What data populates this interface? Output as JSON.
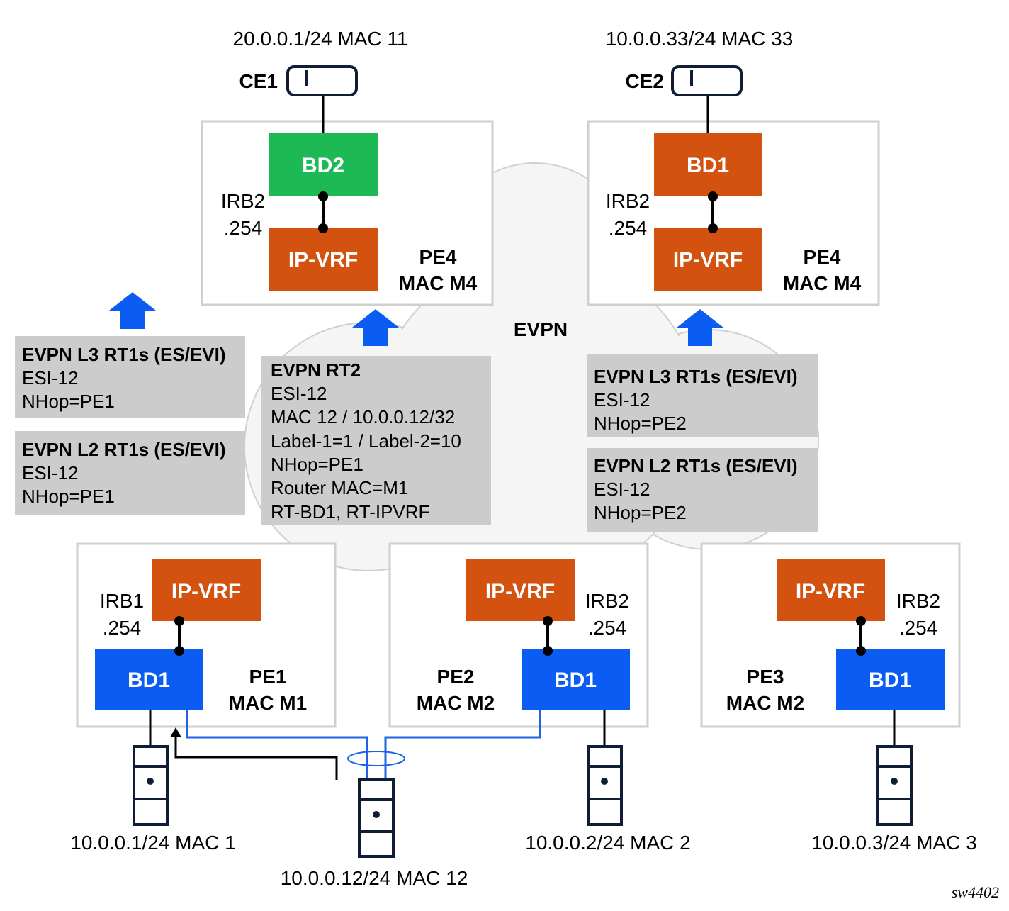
{
  "colors": {
    "green": "#1db954",
    "orange": "#d4520f",
    "blue": "#0a5cf2",
    "gray_box": "#cccccc",
    "link_blue": "#1e63e6",
    "navy": "#0f1e36"
  },
  "cloud": {
    "label": "EVPN"
  },
  "ce1": {
    "name": "CE1",
    "addr": "20.0.0.1/24 MAC 11"
  },
  "ce2": {
    "name": "CE2",
    "addr": "10.0.0.33/24 MAC 33"
  },
  "pe4_left": {
    "bd": "BD2",
    "vrf": "IP-VRF",
    "irb": "IRB2",
    "irb_ip": ".254",
    "name": "PE4",
    "mac": "MAC M4"
  },
  "pe4_right": {
    "bd": "BD1",
    "vrf": "IP-VRF",
    "irb": "IRB2",
    "irb_ip": ".254",
    "name": "PE4",
    "mac": "MAC M4"
  },
  "pe1": {
    "bd": "BD1",
    "vrf": "IP-VRF",
    "irb": "IRB1",
    "irb_ip": ".254",
    "name": "PE1",
    "mac": "MAC M1"
  },
  "pe2": {
    "bd": "BD1",
    "vrf": "IP-VRF",
    "irb": "IRB2",
    "irb_ip": ".254",
    "name": "PE2",
    "mac": "MAC M2"
  },
  "pe3": {
    "bd": "BD1",
    "vrf": "IP-VRF",
    "irb": "IRB2",
    "irb_ip": ".254",
    "name": "PE3",
    "mac": "MAC M2"
  },
  "routes": {
    "left_l3": {
      "title": "EVPN L3 RT1s (ES/EVI)",
      "lines": [
        "ESI-12",
        "NHop=PE1"
      ]
    },
    "left_l2": {
      "title": "EVPN L2 RT1s (ES/EVI)",
      "lines": [
        "ESI-12",
        "NHop=PE1"
      ]
    },
    "rt2": {
      "title": "EVPN RT2",
      "lines": [
        "ESI-12",
        "MAC 12 / 10.0.0.12/32",
        "Label-1=1 / Label-2=10",
        "NHop=PE1",
        "Router MAC=M1",
        "RT-BD1, RT-IPVRF"
      ]
    },
    "right_l3": {
      "title": "EVPN L3 RT1s (ES/EVI)",
      "lines": [
        "ESI-12",
        "NHop=PE2"
      ]
    },
    "right_l2": {
      "title": "EVPN L2 RT1s (ES/EVI)",
      "lines": [
        "ESI-12",
        "NHop=PE2"
      ]
    }
  },
  "hosts": {
    "h1": "10.0.0.1/24 MAC 1",
    "h12": "10.0.0.12/24 MAC 12",
    "h2": "10.0.0.2/24 MAC 2",
    "h3": "10.0.0.3/24 MAC 3"
  },
  "figure_id": "sw4402"
}
